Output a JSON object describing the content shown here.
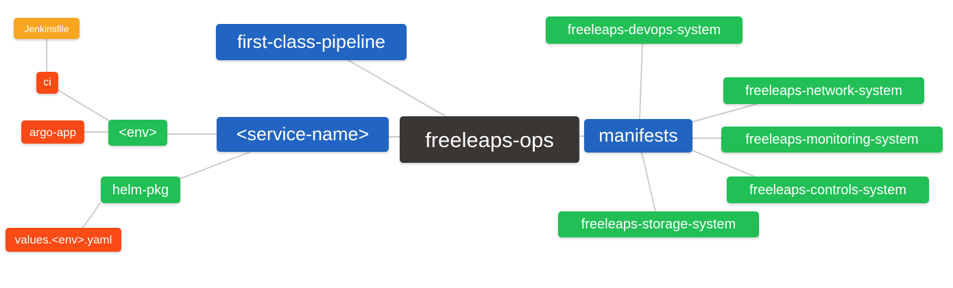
{
  "diagram": {
    "type": "mindmap",
    "root_label": "freeleaps-ops",
    "background_color": "#ffffff",
    "connector_color": "#cccccc",
    "palette": {
      "branch_blue": "#2264c1",
      "leaf_green": "#21bf55",
      "leaf_red": "#fa4a16",
      "leaf_orange": "#f8a51f",
      "root_dark": "#3a3634",
      "node_text": "#ffffff"
    },
    "nodes": {
      "freeleaps_ops": {
        "label": "freeleaps-ops",
        "color": "dark"
      },
      "first_class_pipeline": {
        "label": "first-class-pipeline",
        "color": "blue"
      },
      "service_name": {
        "label": "<service-name>",
        "color": "blue"
      },
      "manifests": {
        "label": "manifests",
        "color": "blue"
      },
      "env": {
        "label": "<env>",
        "color": "green"
      },
      "helm_pkg": {
        "label": "helm-pkg",
        "color": "green"
      },
      "ci": {
        "label": "ci",
        "color": "red"
      },
      "argo_app": {
        "label": "argo-app",
        "color": "red"
      },
      "jenkinsfile": {
        "label": "Jenkinsfile",
        "color": "orange"
      },
      "values_env_yaml": {
        "label": "values.<env>.yaml",
        "color": "red"
      },
      "devops_system": {
        "label": "freeleaps-devops-system",
        "color": "green"
      },
      "network_system": {
        "label": "freeleaps-network-system",
        "color": "green"
      },
      "monitoring_system": {
        "label": "freeleaps-monitoring-system",
        "color": "green"
      },
      "controls_system": {
        "label": "freeleaps-controls-system",
        "color": "green"
      },
      "storage_system": {
        "label": "freeleaps-storage-system",
        "color": "green"
      }
    },
    "edges": [
      {
        "from": "freeleaps_ops",
        "to": "first_class_pipeline"
      },
      {
        "from": "freeleaps_ops",
        "to": "service_name"
      },
      {
        "from": "freeleaps_ops",
        "to": "manifests"
      },
      {
        "from": "service_name",
        "to": "env"
      },
      {
        "from": "service_name",
        "to": "helm_pkg"
      },
      {
        "from": "env",
        "to": "ci"
      },
      {
        "from": "env",
        "to": "argo_app"
      },
      {
        "from": "ci",
        "to": "jenkinsfile"
      },
      {
        "from": "helm_pkg",
        "to": "values_env_yaml"
      },
      {
        "from": "manifests",
        "to": "devops_system"
      },
      {
        "from": "manifests",
        "to": "network_system"
      },
      {
        "from": "manifests",
        "to": "monitoring_system"
      },
      {
        "from": "manifests",
        "to": "controls_system"
      },
      {
        "from": "manifests",
        "to": "storage_system"
      }
    ]
  }
}
